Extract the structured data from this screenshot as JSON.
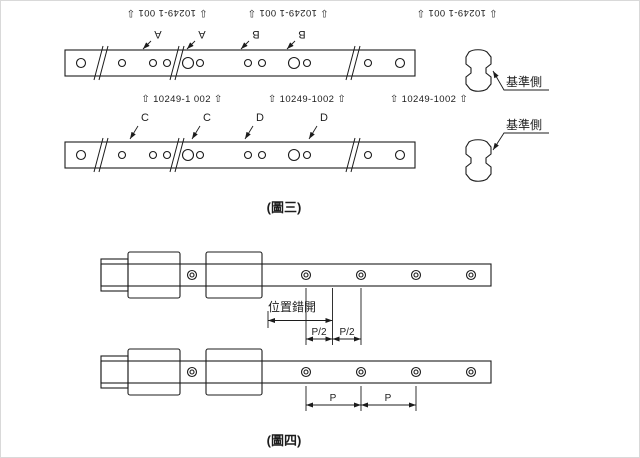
{
  "figure3": {
    "caption": "(圖三)",
    "up_arrow": "⇧",
    "down_arrow": "⇩",
    "top_rail": {
      "serial_labels": [
        "10249-1 001",
        "10249-1 001",
        "10249-1 001"
      ],
      "joint_marks": [
        "A",
        "A",
        "B",
        "B"
      ]
    },
    "bottom_rail": {
      "serial_labels": [
        "10249-1 002",
        "10249-1002",
        "10249-1002"
      ],
      "joint_marks": [
        "C",
        "C",
        "D",
        "D"
      ]
    },
    "datum_labels": [
      "基準側",
      "基準側"
    ]
  },
  "figure4": {
    "caption": "(圖四)",
    "offset_label": "位置錯開",
    "half_pitch_labels": [
      "P/2",
      "P/2"
    ],
    "pitch_labels": [
      "P",
      "P"
    ]
  }
}
